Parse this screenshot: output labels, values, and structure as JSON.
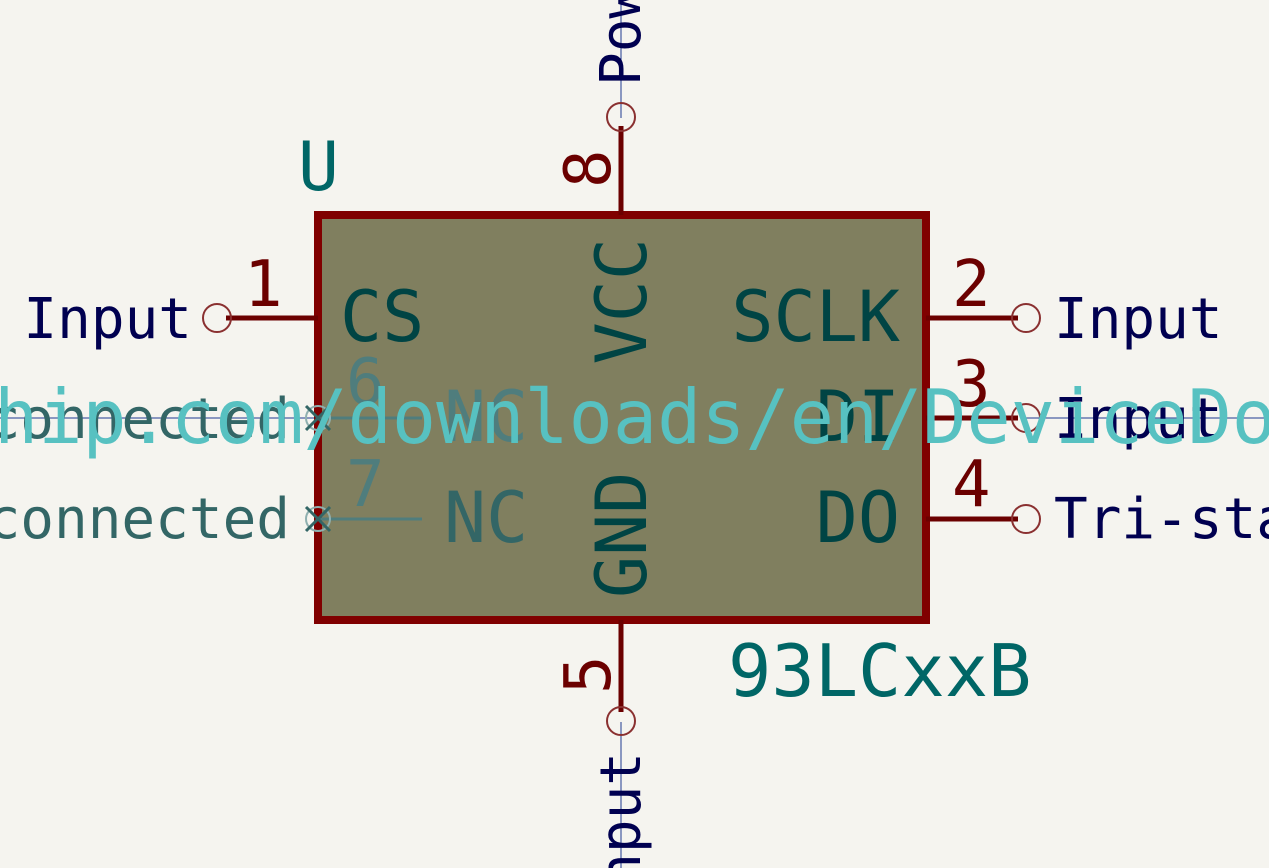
{
  "component": {
    "reference": "U",
    "value": "93LCxxB",
    "datasheet_fragment": "hip.com/downloads/en/DeviceDo"
  },
  "pins": [
    {
      "number": "1",
      "name": "CS",
      "type": "Input"
    },
    {
      "number": "2",
      "name": "SCLK",
      "type": "Input"
    },
    {
      "number": "3",
      "name": "DI",
      "type": "Input"
    },
    {
      "number": "4",
      "name": "DO",
      "type": "Tri-stat"
    },
    {
      "number": "5",
      "name": "GND",
      "type": "nput"
    },
    {
      "number": "6",
      "name": "NC",
      "type": "connected"
    },
    {
      "number": "7",
      "name": "NC",
      "type": "connected"
    },
    {
      "number": "8",
      "name": "VCC",
      "type": "Pow"
    }
  ],
  "colors": {
    "background": "#f5f4ef",
    "body_fill": "#807f5f",
    "body_outline": "#800000",
    "pin_line": "#6b0000",
    "pin_number": "#6b0000",
    "pin_name": "#004444",
    "pin_type": "#000050",
    "nc_text": "#336666",
    "reference": "#006666",
    "datasheet": "#57c1c1",
    "wire": "#1e3a90"
  }
}
